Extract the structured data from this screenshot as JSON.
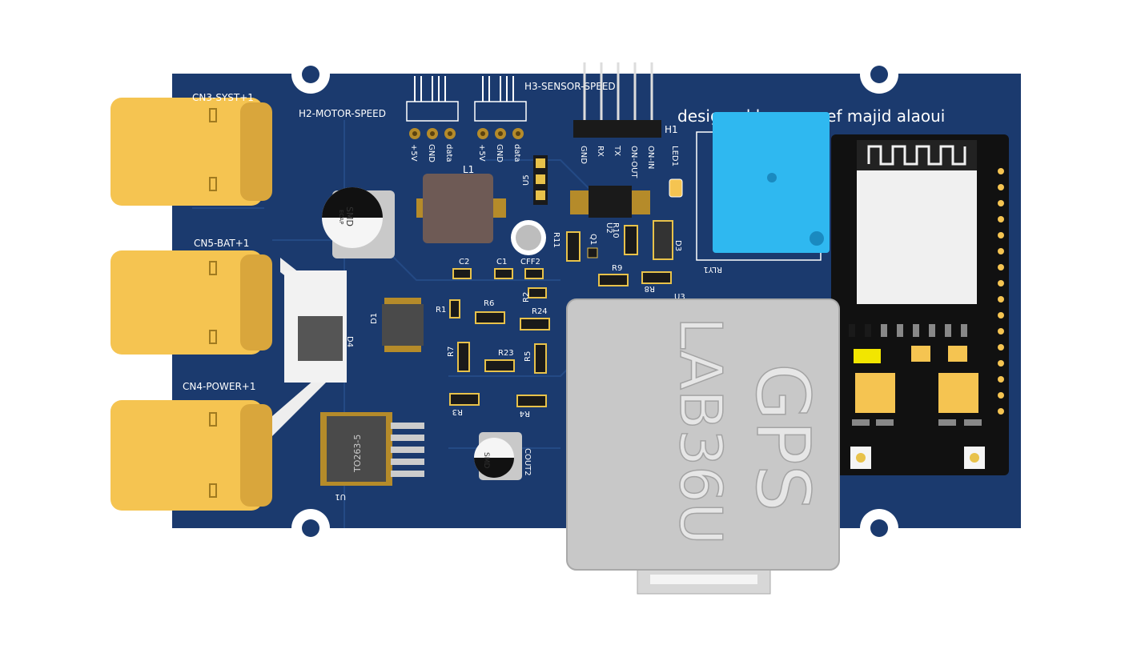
{
  "board": {
    "credit": "designed by youssef majid alaoui",
    "colors": {
      "pcb": "#1b3a6e",
      "connector": "#f5c451",
      "shield": "#c8c8c8",
      "relay": "#2fb8f0",
      "module": "#111111"
    }
  },
  "connectors": {
    "cn3": "CN3-SYST+1",
    "cn5": "CN5-BAT+1",
    "cn4": "CN4-POWER+1"
  },
  "headers": {
    "h2": {
      "label": "H2-MOTOR-SPEED",
      "pins": [
        "+5V",
        "GND",
        "data"
      ]
    },
    "h3": {
      "label": "H3-SENSOR-SPEED",
      "pins": [
        "+5V",
        "GND",
        "data"
      ]
    },
    "h1": {
      "label": "H1",
      "pins": [
        "GND",
        "RX",
        "TX",
        "ON-OUT",
        "ON-IN"
      ]
    }
  },
  "components": {
    "l1": "L1",
    "u5": "U5",
    "u2": "U2",
    "led1": "LED1",
    "r11": "R11",
    "q1": "Q1",
    "r10": "R10",
    "d3": "D3",
    "rly1": "RLY1",
    "c2": "C2",
    "c1": "C1",
    "cff2": "CFF2",
    "r9": "R9",
    "r8": "R8",
    "u3": "U3",
    "r1": "R1",
    "r6": "R6",
    "r2": "R2",
    "r24": "R24",
    "d1": "D1",
    "d4": "D4",
    "r7": "R7",
    "r23": "R23",
    "r5": "R5",
    "r3": "R3",
    "r4": "R4",
    "cout2": "COUT2",
    "u1": "U1",
    "to263": "TO263-5",
    "smd": "SMD",
    "ecap": "ECAP"
  },
  "gps": {
    "line1": "GPS",
    "line2": "LAB36U"
  }
}
